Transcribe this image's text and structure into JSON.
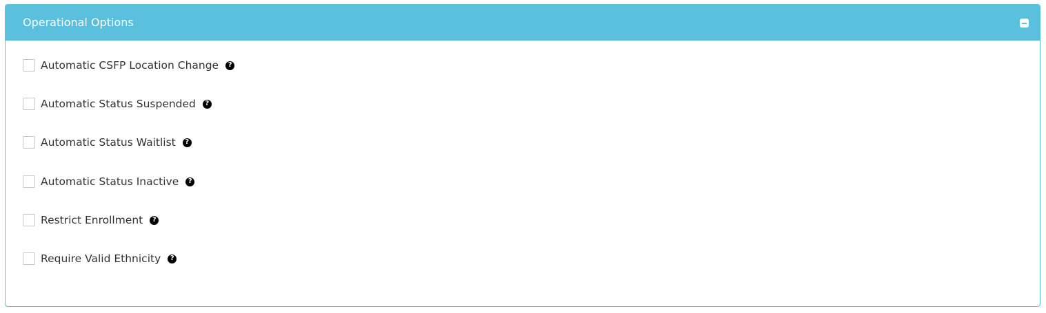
{
  "panel": {
    "title": "Operational Options",
    "collapse_icon": "minus-square-icon",
    "accent_color": "#5bc0de"
  },
  "options": [
    {
      "label": "Automatic CSFP Location Change",
      "checked": false,
      "help_icon": "question-circle-icon"
    },
    {
      "label": "Automatic Status Suspended",
      "checked": false,
      "help_icon": "question-circle-icon"
    },
    {
      "label": "Automatic Status Waitlist",
      "checked": false,
      "help_icon": "question-circle-icon"
    },
    {
      "label": "Automatic Status Inactive",
      "checked": false,
      "help_icon": "question-circle-icon"
    },
    {
      "label": "Restrict Enrollment",
      "checked": false,
      "help_icon": "question-circle-icon"
    },
    {
      "label": "Require Valid Ethnicity",
      "checked": false,
      "help_icon": "question-circle-icon"
    }
  ],
  "help_glyph": "?"
}
